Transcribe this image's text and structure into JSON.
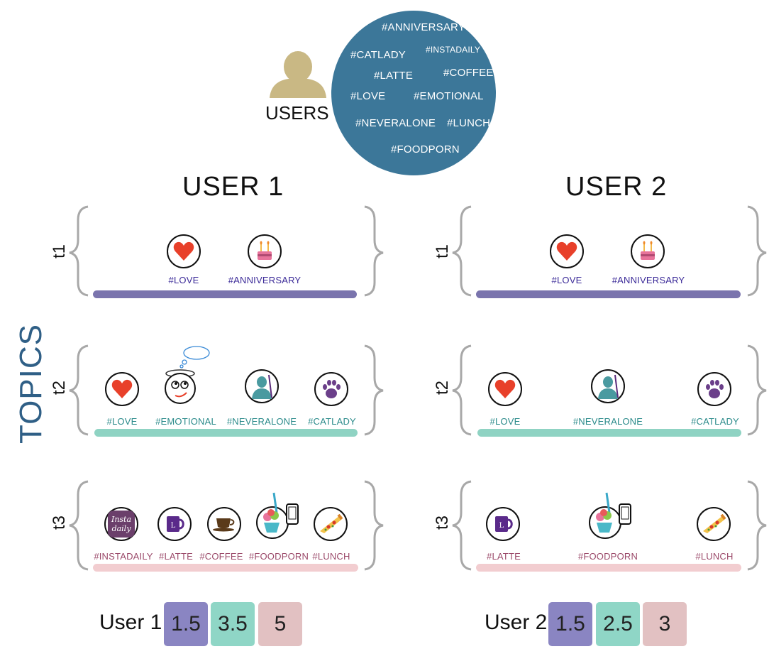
{
  "users_label": "USERS",
  "topics_label": "TOPICS",
  "hashtags": [
    "#ANNIVERSARY",
    "#CATLADY",
    "#INSTADAILY",
    "#LATTE",
    "#COFFEE",
    "#LOVE",
    "#EMOTIONAL",
    "#NEVERALONE",
    "#LUNCH",
    "#FOODPORN"
  ],
  "user1": {
    "title": "USER 1",
    "t1": [
      "#LOVE",
      "#ANNIVERSARY"
    ],
    "t2": [
      "#LOVE",
      "#EMOTIONAL",
      "#NEVERALONE",
      "#CATLADY"
    ],
    "t3": [
      "#INSTADAILY",
      "#LATTE",
      "#COFFEE",
      "#FOODPORN",
      "#LUNCH"
    ],
    "score_label": "User 1",
    "scores": [
      "1.5",
      "3.5",
      "5"
    ]
  },
  "user2": {
    "title": "USER 2",
    "t1": [
      "#LOVE",
      "#ANNIVERSARY"
    ],
    "t2": [
      "#LOVE",
      "#NEVERALONE",
      "#CATLADY"
    ],
    "t3": [
      "#LATTE",
      "#FOODPORN",
      "#LUNCH"
    ],
    "score_label": "User 2",
    "scores": [
      "1.5",
      "2.5",
      "3"
    ]
  },
  "topic_labels": [
    "t1",
    "t2",
    "t3"
  ],
  "icon_text": {
    "instadaily": [
      "Insta",
      "daily"
    ],
    "latte_letter": "L"
  },
  "colors": {
    "t1": "#7a74ad",
    "t2": "#8fd3c3",
    "t3": "#f2cdd0",
    "t1_text": "#3b2a98",
    "t2_text": "#2a8a8a",
    "t3_text": "#9b4a6a",
    "score1": "#8a85c2",
    "score2": "#8fd6c6",
    "score3": "#e2c1c2",
    "cloud": "#3c7799",
    "user_icon": "#c9b884"
  }
}
